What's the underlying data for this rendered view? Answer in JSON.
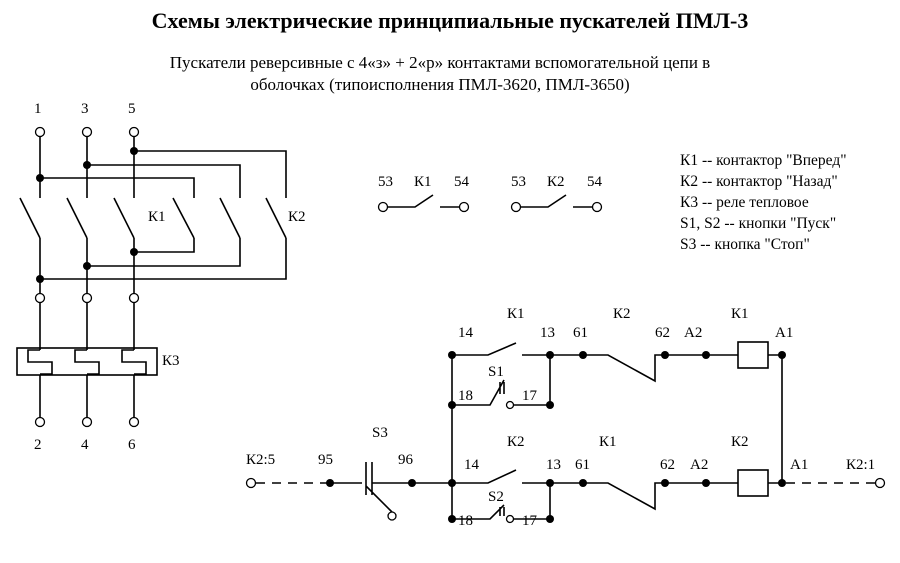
{
  "header": {
    "title": "Схемы электрические принципиальные пускателей ПМЛ-3",
    "subtitle_line1": "Пускатели реверсивные с 4«з» + 2«р» контактами вспомогательной цепи в",
    "subtitle_line2": "оболочках (типоисполнения ПМЛ-3620, ПМЛ-3650)"
  },
  "legend": [
    "К1 -- контактор \"Вперед\"",
    "К2 -- контактор \"Назад\"",
    "К3 -- реле тепловое",
    "S1, S2 -- кнопки \"Пуск\"",
    "S3 -- кнопка \"Стоп\""
  ],
  "power": {
    "top_terminals": [
      "1",
      "3",
      "5"
    ],
    "bottom_terminals": [
      "2",
      "4",
      "6"
    ],
    "k1": "К1",
    "k2": "К2",
    "k3": "К3"
  },
  "aux": {
    "c1_left": "53",
    "c1_name": "К1",
    "c1_right": "54",
    "c2_left": "53",
    "c2_name": "К2",
    "c2_right": "54"
  },
  "control": {
    "r1": {
      "k1": "К1",
      "t14": "14",
      "t13": "13",
      "t61": "61",
      "k2": "К2",
      "t62": "62",
      "a2": "А2",
      "coil": "К1",
      "a1": "А1",
      "s": "S1",
      "t18": "18",
      "t17": "17"
    },
    "r2": {
      "k2": "К2",
      "t14": "14",
      "t13": "13",
      "t61": "61",
      "k1": "К1",
      "t62": "62",
      "a2": "А2",
      "coil": "К2",
      "a1": "А1",
      "s": "S2",
      "t18": "18",
      "t17": "17"
    },
    "s3": "S3",
    "t95": "95",
    "t96": "96",
    "left_ref": "К2:5",
    "right_ref": "К2:1"
  }
}
